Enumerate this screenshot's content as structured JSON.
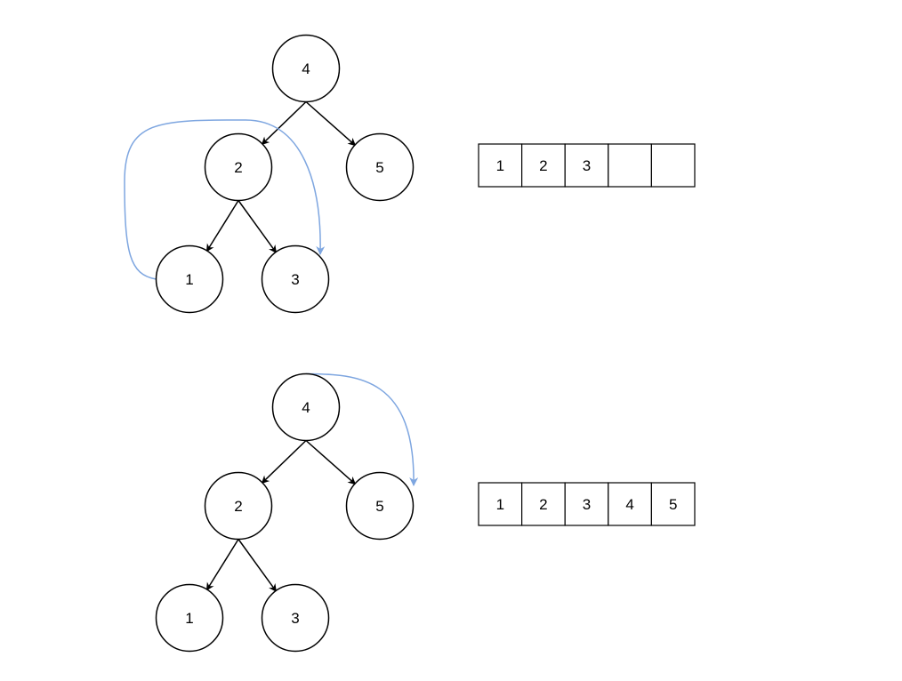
{
  "colors": {
    "traversal": "#7ea6e0",
    "stroke": "#000000"
  },
  "panels": [
    {
      "id": "top",
      "tree": {
        "nodes": {
          "root": "4",
          "left": "2",
          "right": "5",
          "left_left": "1",
          "left_right": "3"
        }
      },
      "array": [
        "1",
        "2",
        "3",
        "",
        ""
      ]
    },
    {
      "id": "bottom",
      "tree": {
        "nodes": {
          "root": "4",
          "left": "2",
          "right": "5",
          "left_left": "1",
          "left_right": "3"
        }
      },
      "array": [
        "1",
        "2",
        "3",
        "4",
        "5"
      ]
    }
  ]
}
